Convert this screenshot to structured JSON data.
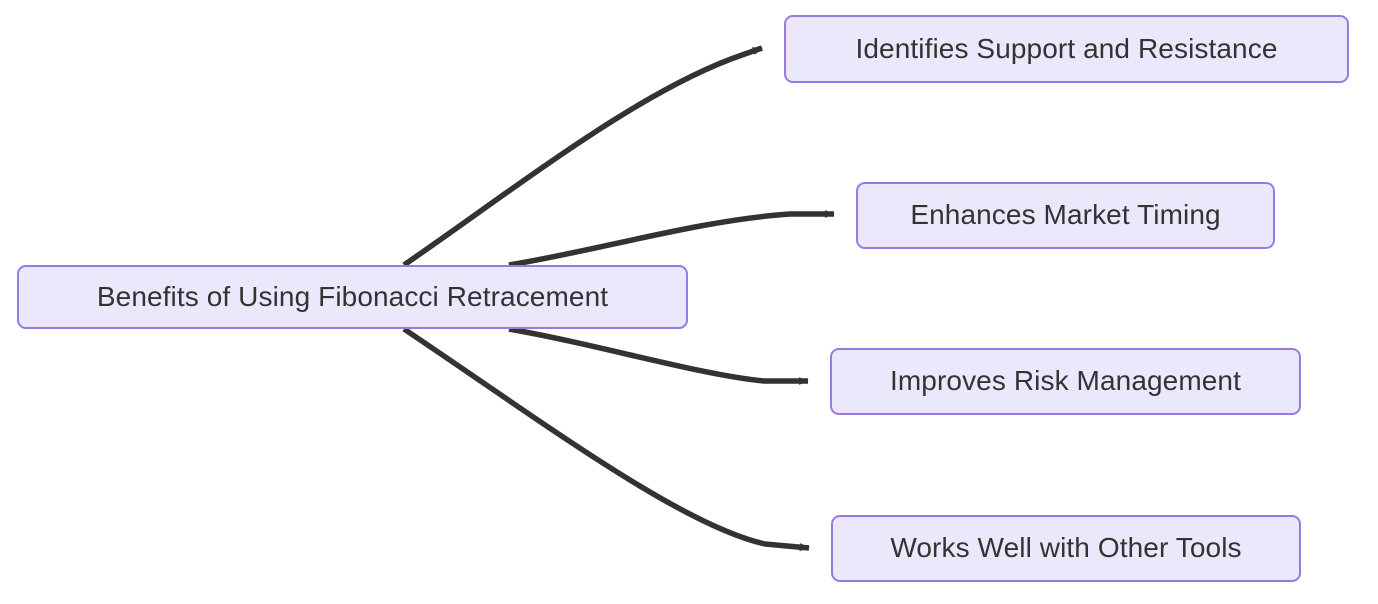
{
  "diagram": {
    "type": "flowchart-left-right",
    "background_color": "#ffffff",
    "node_fill_color": "#ebe8fb",
    "node_border_color": "#9a7ae0",
    "node_text_color": "#333333",
    "edge_color": "#333333",
    "root": {
      "id": "root",
      "label": "Benefits of Using Fibonacci Retracement"
    },
    "children": [
      {
        "id": "child-0",
        "label": "Identifies Support and Resistance"
      },
      {
        "id": "child-1",
        "label": "Enhances Market Timing"
      },
      {
        "id": "child-2",
        "label": "Improves Risk Management"
      },
      {
        "id": "child-3",
        "label": "Works Well with Other Tools"
      }
    ],
    "edges": [
      {
        "id": "edge-0",
        "from": "root",
        "to": "child-0",
        "arrow": "triangle"
      },
      {
        "id": "edge-1",
        "from": "root",
        "to": "child-1",
        "arrow": "triangle"
      },
      {
        "id": "edge-2",
        "from": "root",
        "to": "child-2",
        "arrow": "triangle"
      },
      {
        "id": "edge-3",
        "from": "root",
        "to": "child-3",
        "arrow": "triangle"
      }
    ]
  }
}
